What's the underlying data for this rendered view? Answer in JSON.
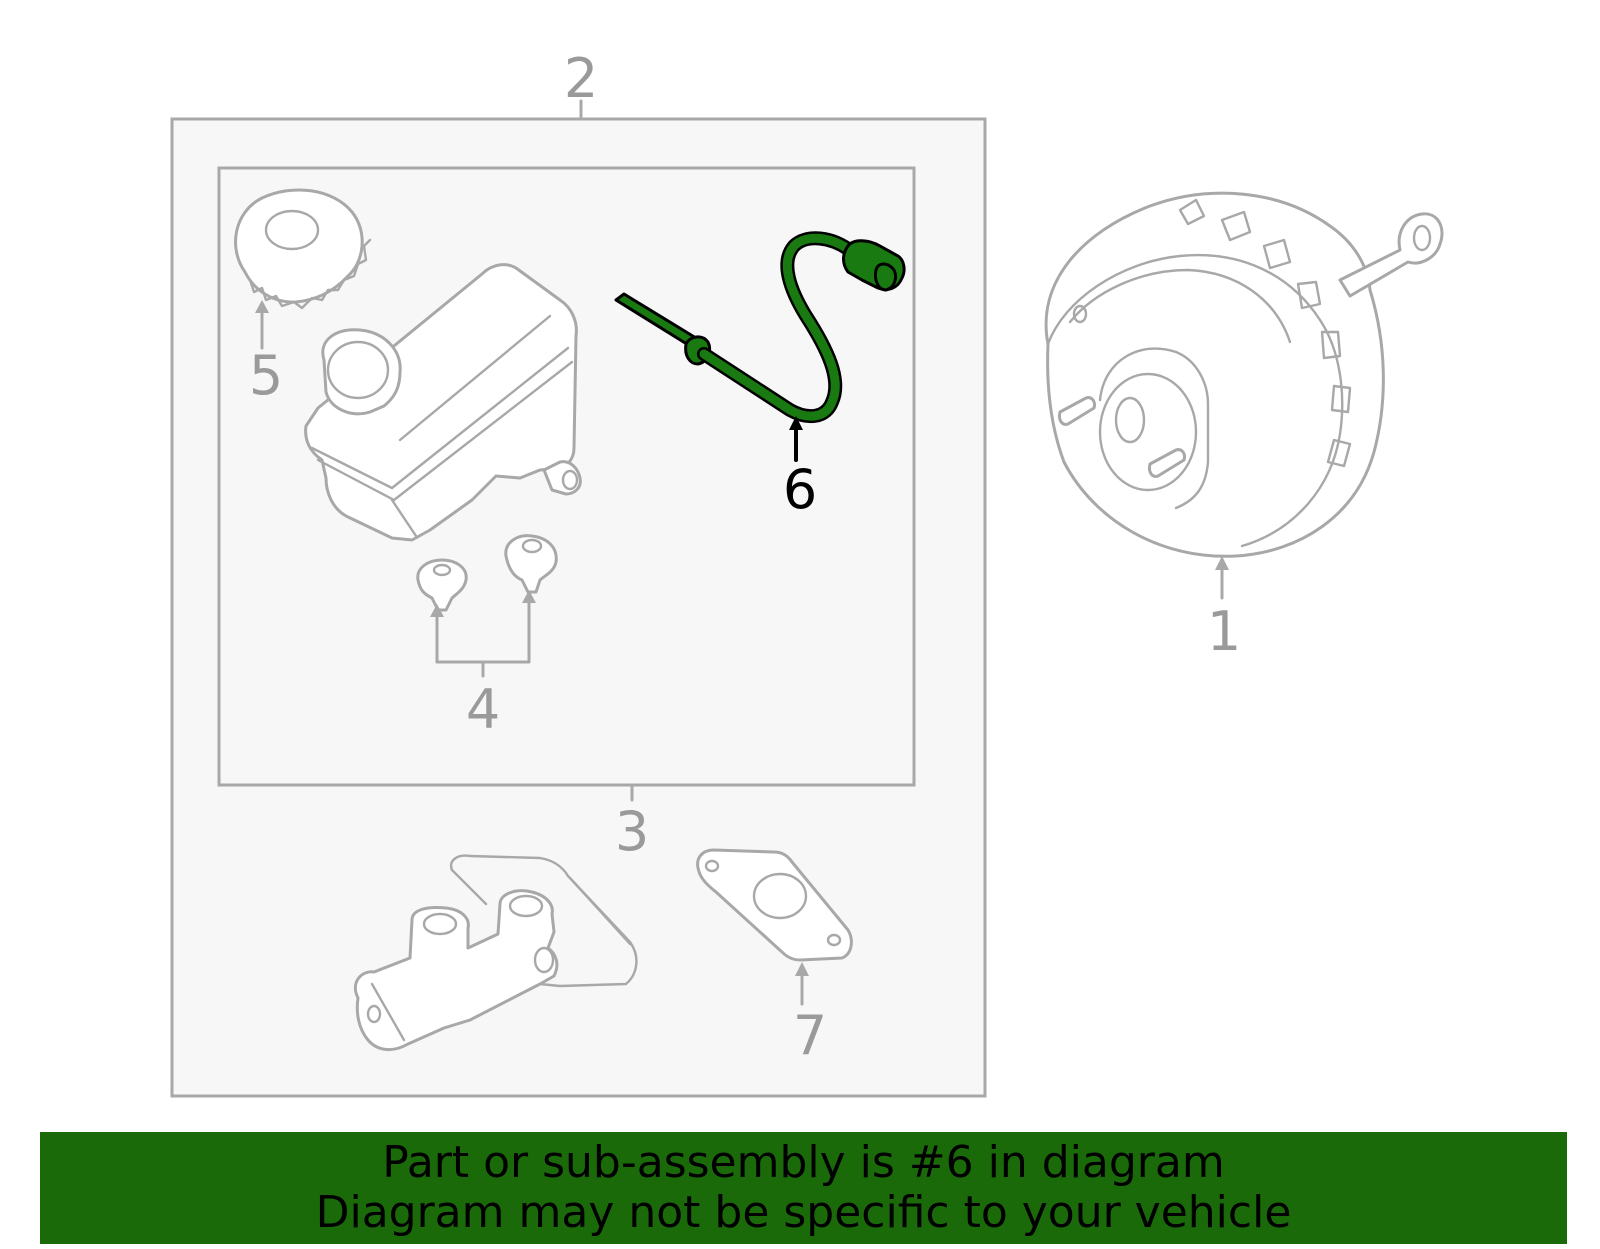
{
  "callouts": {
    "c1": "1",
    "c2": "2",
    "c3": "3",
    "c4": "4",
    "c5": "5",
    "c6": "6",
    "c7": "7"
  },
  "highlighted_part": "6",
  "colors": {
    "highlight": "#1a7a12",
    "banner": "#1a6a0a",
    "outline": "#a8a8a8"
  },
  "banner": {
    "line1": "Part or sub-assembly is #6 in diagram",
    "line2": "Diagram may not be specific to your vehicle"
  }
}
